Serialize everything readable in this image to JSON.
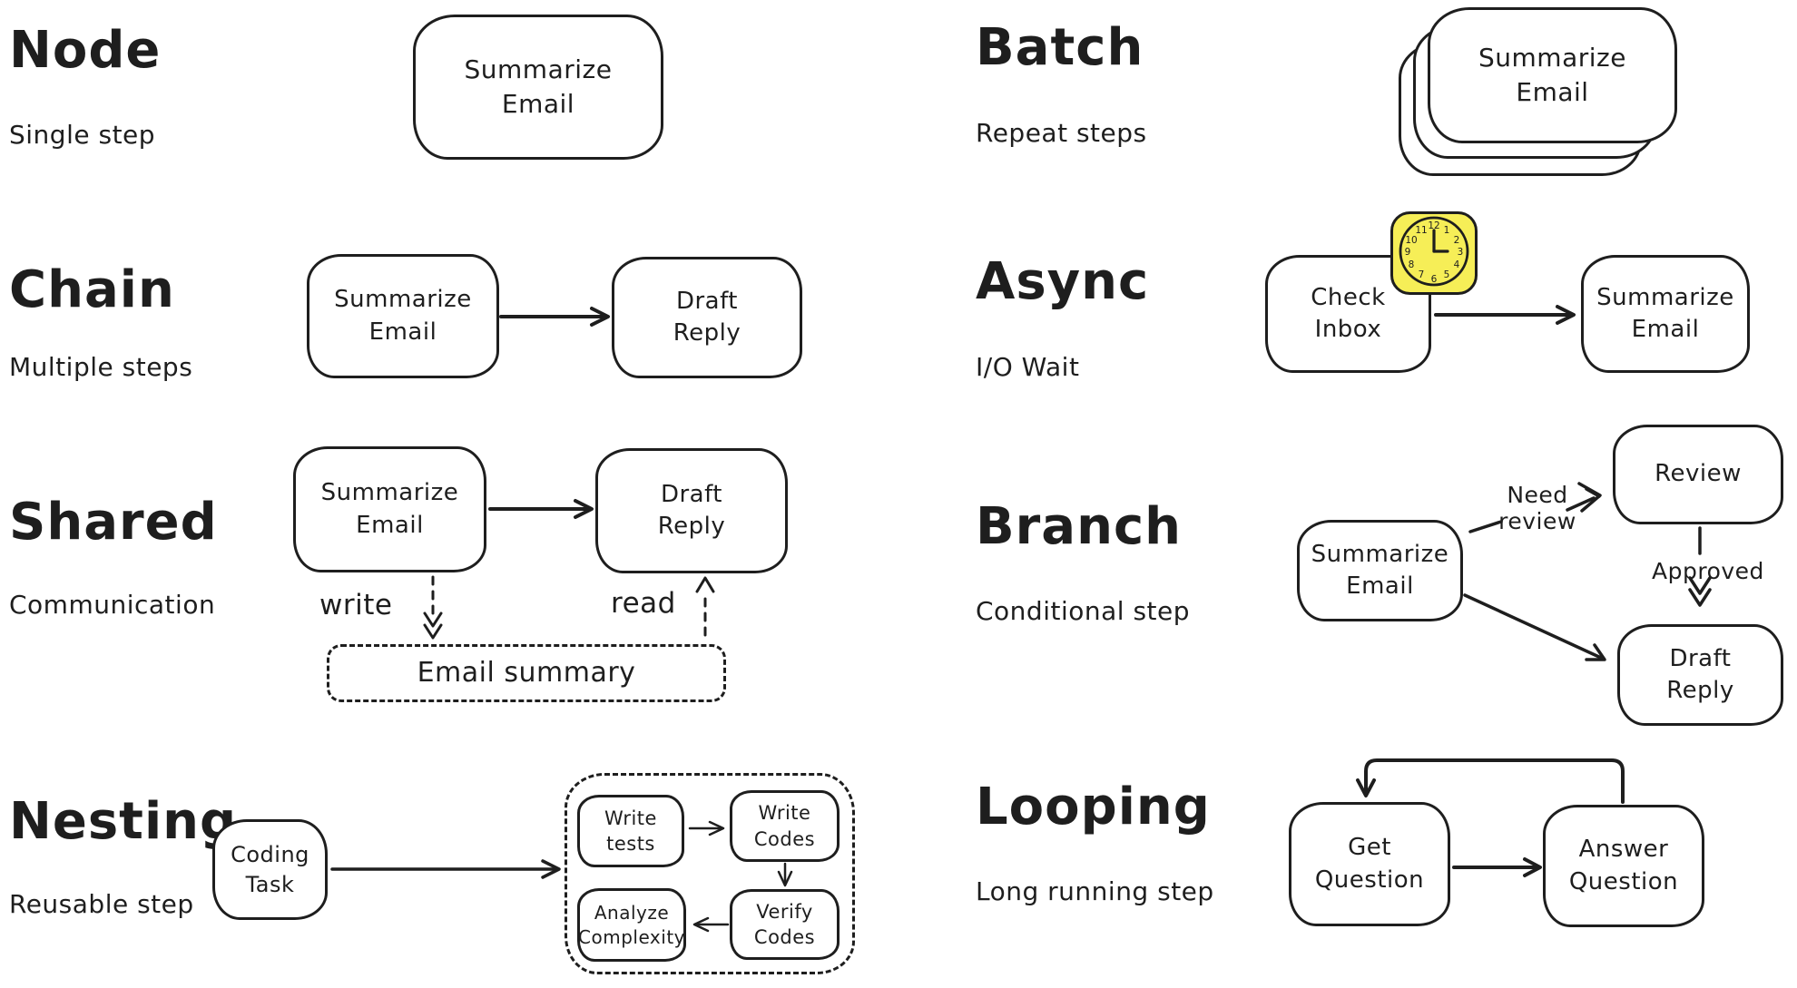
{
  "palette": {
    "stroke": "#1e1e1e",
    "background": "#ffffff",
    "clock_fill": "#f6ee57"
  },
  "sections": {
    "node": {
      "title": "Node",
      "subtitle": "Single step",
      "box1": "Summarize Email"
    },
    "chain": {
      "title": "Chain",
      "subtitle": "Multiple steps",
      "box1": "Summarize Email",
      "box2": "Draft Reply"
    },
    "shared": {
      "title": "Shared",
      "subtitle": "Communication",
      "box1": "Summarize Email",
      "box2": "Draft Reply",
      "write_label": "write",
      "read_label": "read",
      "store_box": "Email summary"
    },
    "nesting": {
      "title": "Nesting",
      "subtitle": "Reusable step",
      "outer_box": "Coding Task",
      "inner1": "Write tests",
      "inner2": "Write Codes",
      "inner3": "Verify Codes",
      "inner4": "Analyze Complexity"
    },
    "batch": {
      "title": "Batch",
      "subtitle": "Repeat steps",
      "box1": "Summarize Email"
    },
    "async": {
      "title": "Async",
      "subtitle": "I/O Wait",
      "box1": "Check Inbox",
      "box2": "Summarize Email",
      "clock_numbers": [
        "12",
        "1",
        "2",
        "3",
        "4",
        "5",
        "6",
        "7",
        "8",
        "9",
        "10",
        "11"
      ]
    },
    "branch": {
      "title": "Branch",
      "subtitle": "Conditional step",
      "box1": "Summarize Email",
      "box2": "Review",
      "box3": "Draft Reply",
      "label_need_review": "Need review",
      "label_approved": "Approved"
    },
    "looping": {
      "title": "Looping",
      "subtitle": "Long running step",
      "box1": "Get Question",
      "box2": "Answer Question"
    }
  }
}
